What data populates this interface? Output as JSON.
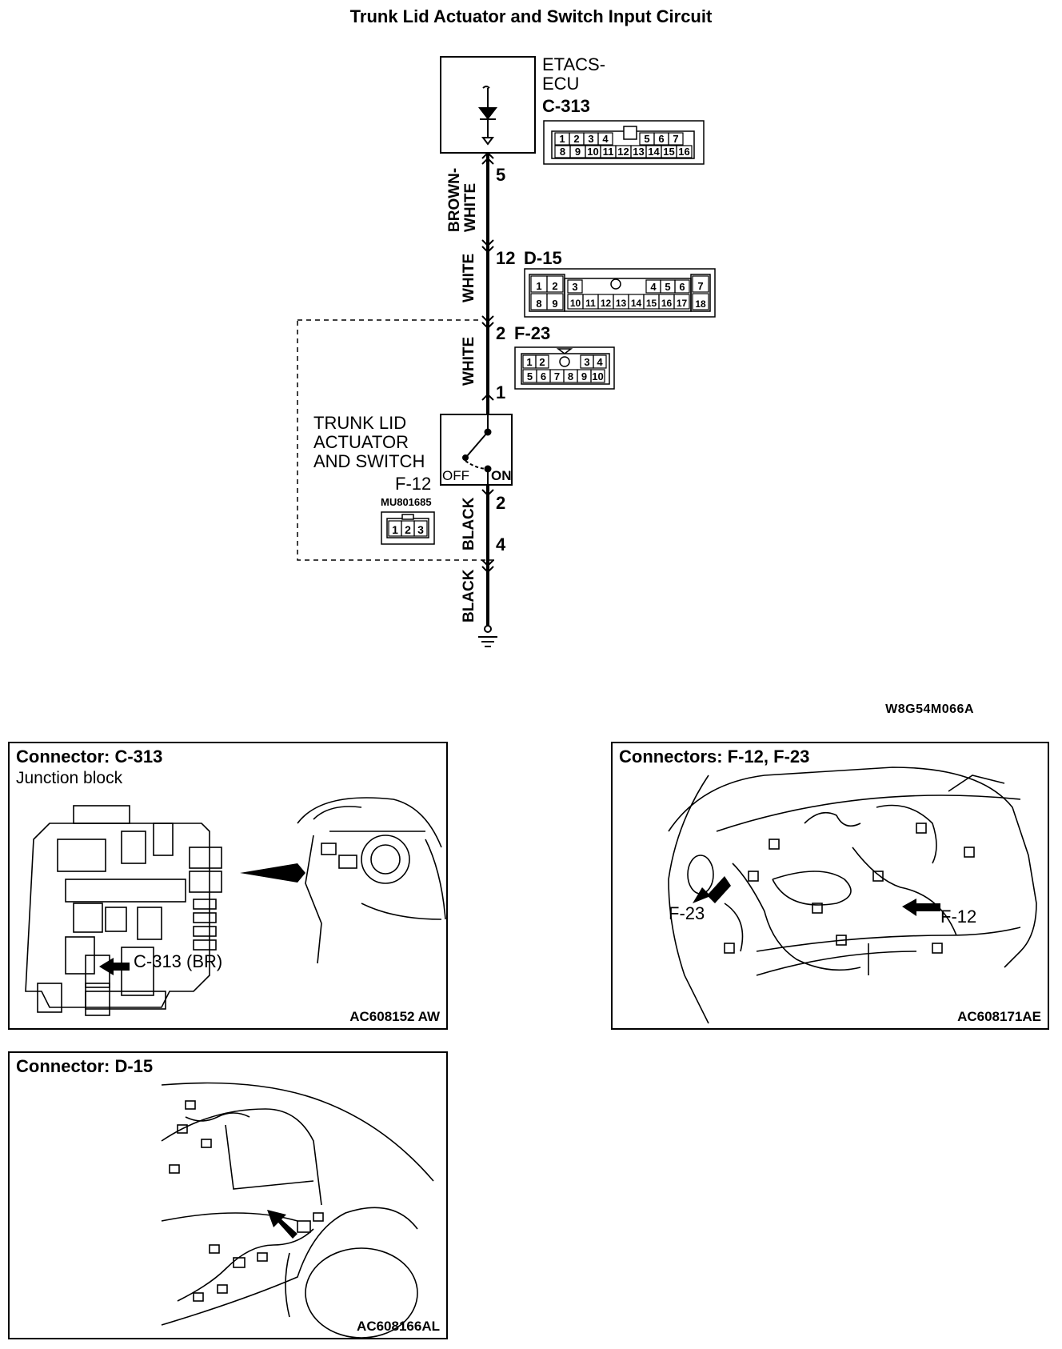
{
  "title": "Trunk Lid Actuator and Switch Input Circuit",
  "figure_code": "W8G54M066A",
  "ecu": {
    "name_line1": "ETACS-",
    "name_line2": "ECU",
    "connector": "C-313",
    "pins_top": [
      "1",
      "2",
      "3",
      "4",
      "5",
      "6",
      "7"
    ],
    "pins_bottom": [
      "8",
      "9",
      "10",
      "11",
      "12",
      "13",
      "14",
      "15",
      "16"
    ],
    "terminal": "5"
  },
  "wires": [
    {
      "color_line1": "BROWN-",
      "color_line2": "WHITE"
    },
    {
      "color_line1": "WHITE"
    },
    {
      "color_line1": "WHITE"
    },
    {
      "color_line1": "BLACK"
    },
    {
      "color_line1": "BLACK"
    }
  ],
  "d15": {
    "terminal": "12",
    "connector": "D-15",
    "pins_top": [
      "1",
      "2",
      "3",
      "4",
      "5",
      "6",
      "7"
    ],
    "pins_bottom": [
      "8",
      "9",
      "10",
      "11",
      "12",
      "13",
      "14",
      "15",
      "16",
      "17",
      "18"
    ]
  },
  "f23": {
    "terminal_top": "2",
    "connector": "F-23",
    "terminal_bottom": "1",
    "pins_top": [
      "1",
      "2",
      "3",
      "4"
    ],
    "pins_bottom": [
      "5",
      "6",
      "7",
      "8",
      "9",
      "10"
    ]
  },
  "switch": {
    "label_line1": "TRUNK LID",
    "label_line2": "ACTUATOR",
    "label_line3": "AND SWITCH",
    "connector": "F-12",
    "part_no": "MU801685",
    "pins": [
      "1",
      "2",
      "3"
    ],
    "off_label": "OFF",
    "on_label": "ON",
    "terminal_bottom": "2",
    "ground_terminal": "4"
  },
  "panels": {
    "c313": {
      "title": "Connector: C-313",
      "subtitle": "Junction block",
      "callout": "C-313 (BR)",
      "code": "AC608152 AW"
    },
    "f12f23": {
      "title": "Connectors: F-12, F-23",
      "callout_left": "F-23",
      "callout_right": "F-12",
      "code": "AC608171AE"
    },
    "d15": {
      "title": "Connector: D-15",
      "code": "AC608166AL"
    }
  }
}
